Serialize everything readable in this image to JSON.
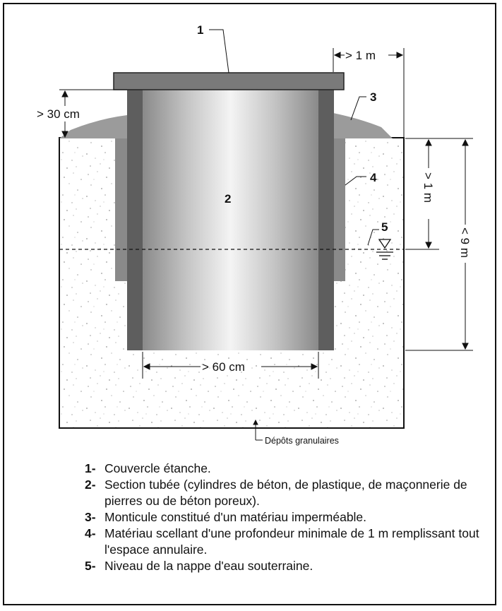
{
  "diagram": {
    "callouts": {
      "cover": "1",
      "casing": "2",
      "mound": "3",
      "sealant": "4",
      "water_table": "5"
    },
    "dimensions": {
      "mound_clearance": "> 1 m",
      "cover_height": "> 30 cm",
      "seal_depth": "> 1 m",
      "max_depth": "< 9 m",
      "diameter": "> 60 cm"
    },
    "ground_label": "Dépôts granulaires"
  },
  "legend": [
    {
      "num": "1-",
      "text": "Couvercle étanche."
    },
    {
      "num": "2-",
      "text": "Section tubée (cylindres de béton, de plastique, de maçonnerie de pierres ou de béton poreux)."
    },
    {
      "num": "3-",
      "text": "Monticule constitué d'un matériau imperméable."
    },
    {
      "num": "4-",
      "text": "Matériau scellant d'une profondeur minimale de 1 m remplissant tout l'espace annulaire."
    },
    {
      "num": "5-",
      "text": "Niveau de la nappe d'eau souterraine."
    }
  ]
}
